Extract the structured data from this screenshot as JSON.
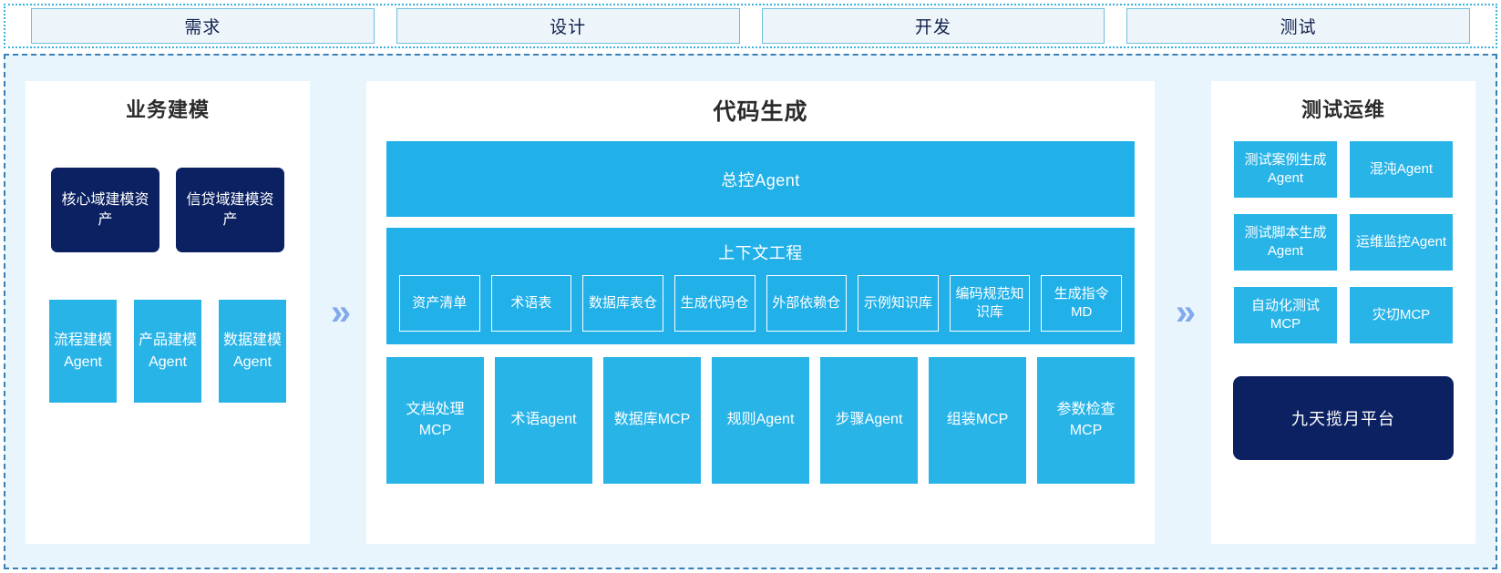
{
  "colors": {
    "accent_cyan": "#29b4e8",
    "accent_cyan_dark": "#22b0e8",
    "navy": "#0c2161",
    "region_bg": "#e9f5fd",
    "phase_bg": "#eef5fa",
    "phase_border": "#6fc0dc",
    "chevron": "#82a9ec"
  },
  "phases": [
    {
      "label": "需求"
    },
    {
      "label": "设计"
    },
    {
      "label": "开发"
    },
    {
      "label": "测试"
    }
  ],
  "left_panel": {
    "title": "业务建模",
    "assets": [
      {
        "label": "核心域建模资产"
      },
      {
        "label": "信贷域建模资产"
      }
    ],
    "agents": [
      {
        "label": "流程建模Agent"
      },
      {
        "label": "产品建模Agent"
      },
      {
        "label": "数据建模Agent"
      }
    ]
  },
  "arrows": {
    "left_to_mid": "»",
    "mid_to_right": "»"
  },
  "mid_panel": {
    "title": "代码生成",
    "master_agent": "总控Agent",
    "context": {
      "title": "上下文工程",
      "items": [
        {
          "label": "资产清单"
        },
        {
          "label": "术语表"
        },
        {
          "label": "数据库表仓"
        },
        {
          "label": "生成代码仓"
        },
        {
          "label": "外部依赖仓"
        },
        {
          "label": "示例知识库"
        },
        {
          "label": "编码规范知识库"
        },
        {
          "label": "生成指令MD"
        }
      ]
    },
    "tools": [
      {
        "label": "文档处理MCP"
      },
      {
        "label": "术语agent"
      },
      {
        "label": "数据库MCP"
      },
      {
        "label": "规则Agent"
      },
      {
        "label": "步骤Agent"
      },
      {
        "label": "组装MCP"
      },
      {
        "label": "参数检查MCP"
      }
    ]
  },
  "right_panel": {
    "title": "测试运维",
    "cards": [
      {
        "label": "测试案例生成Agent"
      },
      {
        "label": "混沌Agent"
      },
      {
        "label": "测试脚本生成Agent"
      },
      {
        "label": "运维监控Agent"
      },
      {
        "label": "自动化测试MCP"
      },
      {
        "label": "灾切MCP"
      }
    ],
    "platform": "九天揽月平台"
  }
}
